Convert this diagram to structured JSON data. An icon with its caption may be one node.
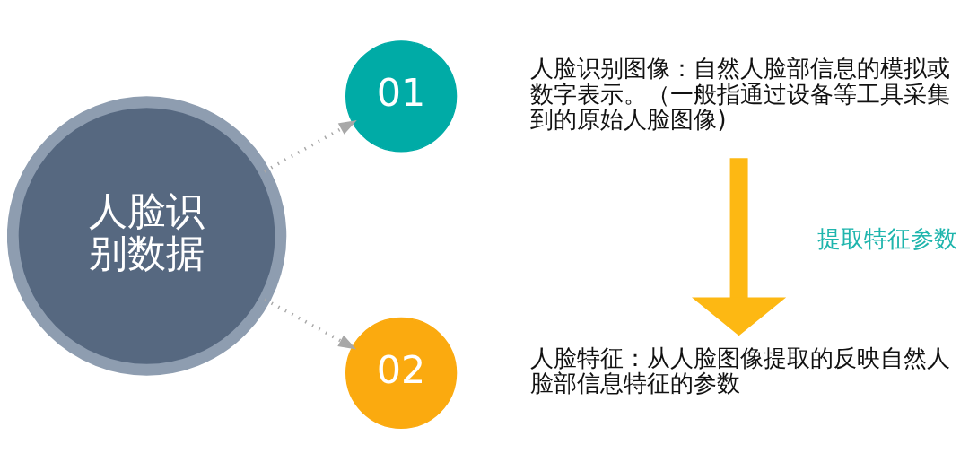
{
  "diagram": {
    "nodes": [
      {
        "text": [
          "人脸识别数据"
        ]
      },
      {
        "text": [
          "01"
        ]
      },
      {
        "text": [
          "人脸识别图像：自然人脸部信息的模拟或数字表示。（一般指通过设备等工具采集到的原始人脸图像)"
        ]
      },
      {
        "text": [
          "02"
        ]
      },
      {
        "text": [
          "人脸特征：从人脸图像提取的反映自然人脸部信息特征的参数"
        ]
      }
    ],
    "edges": [
      {
        "from": 0,
        "to": 1,
        "arrow": "to",
        "style": "dashed"
      },
      {
        "from": 0,
        "to": 3,
        "arrow": "to",
        "style": "dashed"
      },
      {
        "from": 2,
        "to": 4,
        "arrow": "to",
        "label": "提取特征参数",
        "style": "thick",
        "color": "#fdb813"
      }
    ]
  }
}
